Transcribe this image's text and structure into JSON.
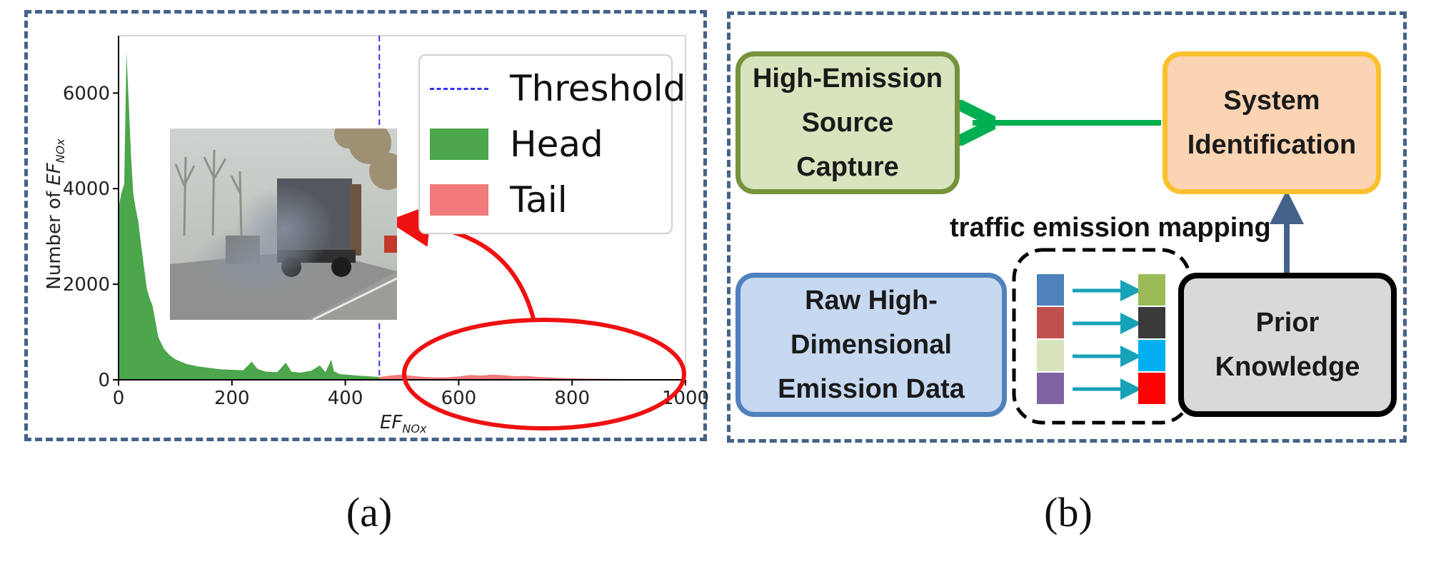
{
  "panel_a": {
    "caption": "(a)",
    "chart_data": {
      "type": "area",
      "xlabel": "EF",
      "xlabel_sub": "NOx",
      "ylabel": "Number of ",
      "ylabel_ef": "EF",
      "ylabel_sub": "NOx",
      "xlim": [
        0,
        1000
      ],
      "ylim": [
        0,
        7200
      ],
      "x_ticks": [
        "0",
        "200",
        "400",
        "600",
        "800",
        "1000"
      ],
      "x_tick_values": [
        0,
        200,
        400,
        600,
        800,
        1000
      ],
      "y_ticks": [
        "0",
        "2000",
        "4000",
        "6000"
      ],
      "y_tick_values": [
        0,
        2000,
        4000,
        6000
      ],
      "threshold": 460,
      "legend_position": "upper-right",
      "series": [
        {
          "name": "Head",
          "color": "#4ca64c",
          "x": [
            0,
            5,
            10,
            14,
            18,
            22,
            26,
            30,
            35,
            40,
            45,
            50,
            55,
            60,
            70,
            80,
            90,
            100,
            120,
            140,
            160,
            180,
            200,
            220,
            235,
            245,
            260,
            280,
            295,
            305,
            320,
            340,
            355,
            365,
            375,
            380,
            390,
            400,
            420,
            440,
            460
          ],
          "values": [
            3600,
            3900,
            4100,
            6850,
            5800,
            4700,
            3900,
            3600,
            3300,
            2800,
            2350,
            1900,
            1700,
            1550,
            900,
            650,
            520,
            430,
            330,
            280,
            250,
            220,
            210,
            200,
            380,
            230,
            170,
            160,
            360,
            170,
            150,
            190,
            300,
            160,
            420,
            180,
            120,
            110,
            90,
            75,
            60
          ]
        },
        {
          "name": "Tail",
          "color": "#f27a7a",
          "x": [
            460,
            480,
            500,
            520,
            540,
            560,
            580,
            600,
            620,
            640,
            660,
            680,
            700,
            720,
            740,
            760,
            780,
            800,
            840,
            880,
            920,
            960,
            1000
          ],
          "values": [
            60,
            90,
            110,
            80,
            60,
            50,
            55,
            70,
            100,
            90,
            110,
            95,
            75,
            80,
            60,
            50,
            40,
            30,
            22,
            18,
            12,
            10,
            6
          ]
        }
      ],
      "threshold_series": {
        "name": "Threshold",
        "color": "#3333ee"
      }
    },
    "legend": {
      "threshold": "Threshold",
      "head": "Head",
      "tail": "Tail"
    },
    "colors": {
      "frame": "#44628a",
      "annotation": "#ee1111"
    }
  },
  "panel_b": {
    "caption": "(b)",
    "capture_box": "High-Emission\nSource\nCapture",
    "sysid_box": "System\nIdentification",
    "raw_box": "Raw High-\nDimensional\nEmission Data",
    "prior_box": "Prior\nKnowledge",
    "mapping_label": "traffic emission mapping",
    "left_squares": [
      "#4f81bd",
      "#c0504d",
      "#d7e4bd",
      "#8064a2"
    ],
    "right_squares": [
      "#9bbb59",
      "#3a3a3a",
      "#00b0f0",
      "#ff0000"
    ],
    "colors": {
      "arrow_green": "#00b050",
      "arrow_blue": "#44628a",
      "arrow_teal": "#17a2b8"
    }
  }
}
